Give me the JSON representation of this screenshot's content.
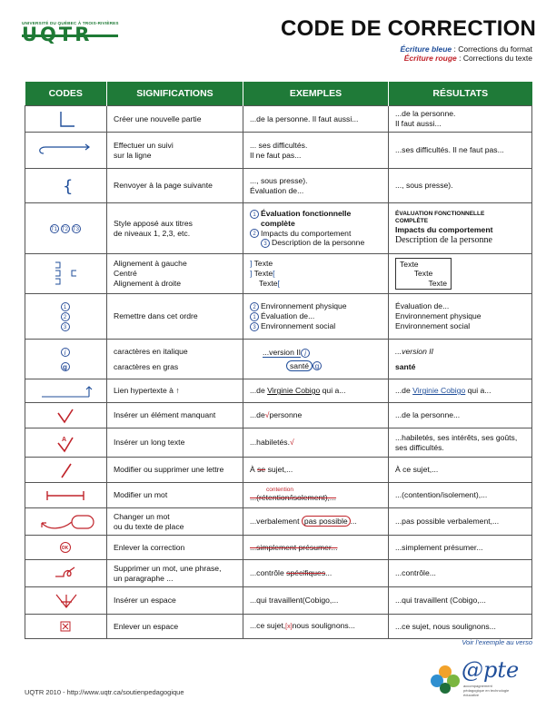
{
  "header": {
    "uqtr_small": "UNIVERSITÉ DU QUÉBEC À TROIS-RIVIÈRES",
    "uqtr_logo": "UQTR",
    "title": "CODE DE CORRECTION",
    "legend": [
      {
        "label": "Écriture bleue",
        "sep": ":",
        "text": "Corrections du format",
        "color": "#1f4e9a"
      },
      {
        "label": "Écriture rouge",
        "sep": ":",
        "text": "Corrections du texte",
        "color": "#c0232a"
      }
    ]
  },
  "table": {
    "columns": [
      "CODES",
      "SIGNIFICATIONS",
      "EXEMPLES",
      "RÉSULTATS"
    ],
    "rows": [
      {
        "code_icon": "new-paragraph-icon",
        "signification": "Créer une nouvelle partie",
        "exemple": [
          "...de la personne. Il faut aussi..."
        ],
        "resultat": [
          "...de la personne.",
          "Il faut aussi..."
        ]
      },
      {
        "code_icon": "run-on-icon",
        "signification": [
          "Effectuer un suivi",
          "sur la ligne"
        ],
        "exemple": [
          "... ses difficultés.",
          "Il ne faut pas..."
        ],
        "resultat": [
          "...ses difficultés. Il ne faut pas..."
        ]
      },
      {
        "code_icon": "next-page-brace-icon",
        "signification": "Renvoyer à la page suivante",
        "exemple": [
          "..., sous presse).",
          "Évaluation de..."
        ],
        "resultat": [
          "..., sous presse)."
        ]
      },
      {
        "code_icon": "heading-levels-icon",
        "code_labels": [
          "T1",
          "T2",
          "T3"
        ],
        "signification": [
          "Style apposé aux titres",
          "de niveaux 1, 2,3, etc."
        ],
        "exemple": [
          "Évaluation fonctionnelle",
          "complète",
          "Impacts du comportement",
          "Description de la personne"
        ],
        "resultat": [
          "ÉVALUATION FONCTIONNELLE",
          "COMPLÈTE",
          "Impacts du comportement",
          "Description de la personne"
        ]
      },
      {
        "code_icon": "alignment-icon",
        "signification": [
          "Alignement à gauche",
          "Centré",
          "Alignement à droite"
        ],
        "exemple": [
          "Texte",
          "Texte",
          "Texte"
        ],
        "resultat": [
          "Texte",
          "Texte",
          "Texte"
        ]
      },
      {
        "code_icon": "reorder-icon",
        "code_labels": [
          "1",
          "2",
          "3"
        ],
        "signification": "Remettre dans cet ordre",
        "exemple": [
          "Environnement physique",
          "Évaluation de...",
          "Environnement social"
        ],
        "resultat": [
          "Évaluation de...",
          "Environnement physique",
          "Environnement social"
        ]
      },
      {
        "code_icon": "italic-bold-icon",
        "code_labels": [
          "i",
          "g"
        ],
        "signification": [
          "caractères en italique",
          "caractères en gras"
        ],
        "exemple": [
          "...version II",
          "santé"
        ],
        "resultat": [
          "...version II",
          "santé"
        ]
      },
      {
        "code_icon": "hyperlink-icon",
        "signification": "Lien hypertexte à ↑",
        "exemple": [
          "...de",
          "Virginie Cobigo",
          "qui a..."
        ],
        "resultat": [
          "...de",
          "Virginie Cobigo",
          "qui a..."
        ]
      },
      {
        "code_icon": "insert-missing-icon",
        "signification": "Insérer un élément manquant",
        "exemple": [
          "...de",
          "personne"
        ],
        "resultat": [
          "...de la personne..."
        ]
      },
      {
        "code_icon": "insert-long-text-icon",
        "signification": "Insérer un long texte",
        "exemple": [
          "...habiletés."
        ],
        "resultat": [
          "...habiletés, ses intérêts, ses goûts,",
          "ses difficultés."
        ]
      },
      {
        "code_icon": "modify-letter-icon",
        "signification": "Modifier ou supprimer une lettre",
        "exemple": [
          "À",
          "se",
          "sujet,..."
        ],
        "resultat": [
          "À ce sujet,..."
        ]
      },
      {
        "code_icon": "modify-word-icon",
        "signification": "Modifier un mot",
        "exemple": [
          "contention",
          "...(rétention/isolement),..."
        ],
        "resultat": [
          "...(contention/isolement),..."
        ]
      },
      {
        "code_icon": "move-text-icon",
        "signification": [
          "Changer un mot",
          "ou du texte de place"
        ],
        "exemple": [
          "...verbalement",
          "pas possible",
          "..."
        ],
        "resultat": [
          "...pas possible verbalement,..."
        ]
      },
      {
        "code_icon": "ok-icon",
        "code_labels": [
          "OK"
        ],
        "signification": "Enlever la correction",
        "exemple": [
          "...simplement présumer..."
        ],
        "resultat": [
          "...simplement présumer..."
        ]
      },
      {
        "code_icon": "delete-icon",
        "signification": [
          "Supprimer un mot, une phrase,",
          "un paragraphe ..."
        ],
        "exemple": [
          "...contrôle",
          "spécifiques",
          "..."
        ],
        "resultat": [
          "...contrôle..."
        ]
      },
      {
        "code_icon": "insert-space-icon",
        "signification": "Insérer un espace",
        "exemple": [
          "...qui travaillent(Cobigo,..."
        ],
        "resultat": [
          "...qui travaillent (Cobigo,..."
        ]
      },
      {
        "code_icon": "remove-space-icon",
        "signification": "Enlever un espace",
        "exemple": [
          "...ce sujet,",
          "nous soulignons..."
        ],
        "resultat": [
          "...ce sujet, nous soulignons..."
        ]
      }
    ]
  },
  "footer": {
    "voir": "Voir l’exemple au verso",
    "source": "UQTR 2010 - http://www.uqtr.ca/soutienpedagogique",
    "apte_logo": "@pte",
    "apte_tagline": [
      "accompagnement",
      "pédagogique en technologie",
      "éducative"
    ]
  }
}
